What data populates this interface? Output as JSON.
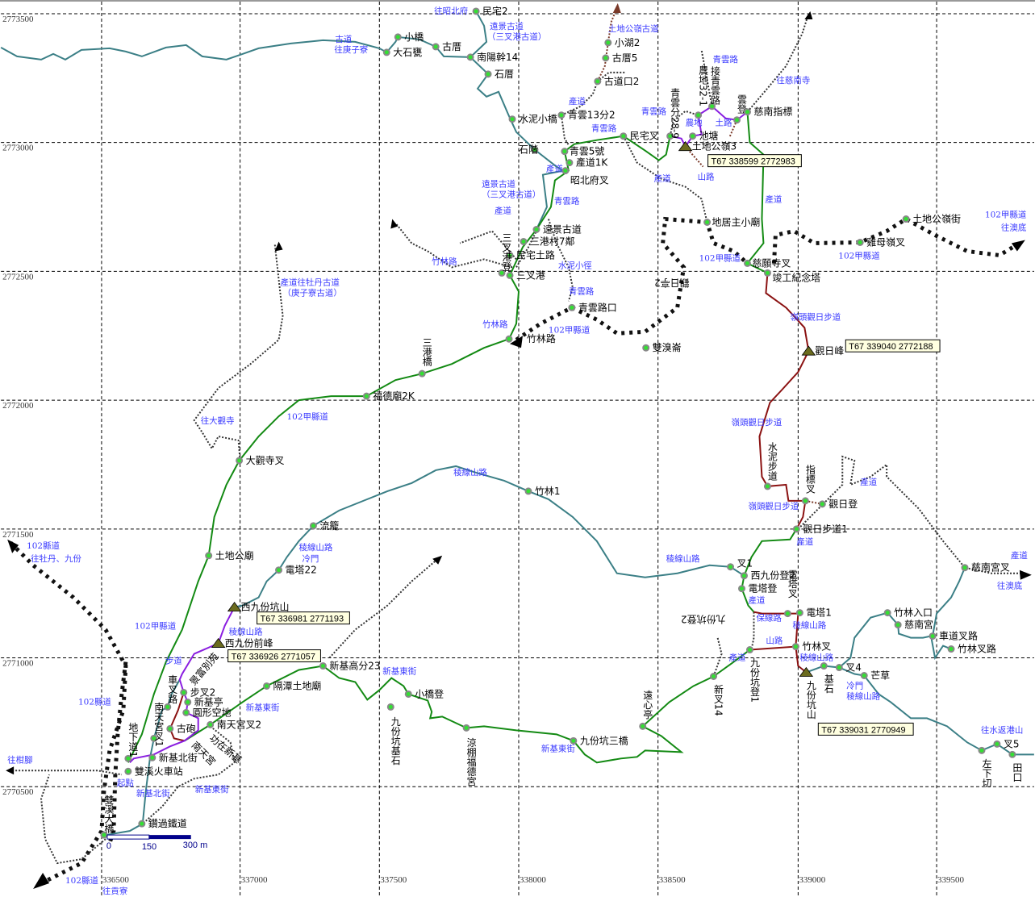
{
  "map": {
    "northing_labels": [
      "2773500",
      "2773000",
      "2772500",
      "2772000",
      "2771500",
      "2771000",
      "2770500"
    ],
    "easting_labels": [
      "336500",
      "337000",
      "337500",
      "338000",
      "338500",
      "339000",
      "339500"
    ],
    "scale_bar": {
      "ticks": [
        "0",
        "150",
        "300 m"
      ]
    },
    "colors": {
      "main_trail": "#138a13",
      "ridge_trail": "#3b7f86",
      "hike_trail": "#8b1212",
      "alt_trail": "#8a1ee0",
      "road_label": "#3a3aff",
      "waypoint": "#33e033"
    },
    "coord_boxes": [
      "T67  338599 2772983",
      "T67  339040  2772188",
      "T67  336981 2771193",
      "T67  336926  2771057",
      "T67  339031  2770949"
    ],
    "waypoints": [
      "民宅2",
      "小橋",
      "大石甕",
      "古厝",
      "南陽幹14",
      "石厝",
      "水泥小橋",
      "青雲13分2",
      "小湖2",
      "古厝5",
      "古道口2",
      "石階",
      "青雲5號",
      "產道1K",
      "昭北府叉",
      "民宅叉",
      "青雲分28-9",
      "農地32-1",
      "接青雲路",
      "池塘",
      "土地公嶺3",
      "雲登",
      "慈南指標",
      "遠景古道",
      "三港村7鄰",
      "民宅土路",
      "三叉港",
      "三叉港登",
      "青雲路口",
      "竹林路",
      "雙溴崙",
      "三港橋",
      "福德廟2K",
      "地居主小廟",
      "慈願寺叉",
      "竣工紀念塔",
      "觀日亭2",
      "雞母嶺叉",
      "土地公嶺街",
      "觀日峰",
      "大觀寺叉",
      "竹林1",
      "流籠",
      "土地公廟",
      "電塔22",
      "西九份坑山",
      "西九份前峰",
      "新基高分23",
      "隔潭土地廟",
      "小橋登",
      "九份坑基石",
      "涼棚福德宮",
      "九份坑三橋",
      "遠心亭",
      "水泥步道",
      "指標叉",
      "觀日登",
      "觀日步道1",
      "叉1",
      "西九份登2",
      "電塔登",
      "電塔叉",
      "電塔1",
      "九份坑登2",
      "竹林叉",
      "新叉14",
      "九份坑登1",
      "九份坑山",
      "基石",
      "叉4",
      "芒草",
      "竹林入口",
      "慈南宮",
      "車道叉路",
      "竹林叉路",
      "慈南宮叉",
      "左下切",
      "叉5",
      "田口",
      "鑽過鐵道",
      "雙溪大橋",
      "地下道1",
      "新基北街",
      "雙溪火車站",
      "南天宮叉1",
      "車叉路",
      "步叉2",
      "新基亭",
      "圓形空地",
      "古砲",
      "南天宮叉2",
      "南天宮",
      "景富別苑",
      "功在新基"
    ],
    "road_labels": [
      "往昭北府",
      "遠景古道",
      "（三叉港古道）",
      "古道",
      "往庚子寮",
      "土地公嶺古道",
      "產道",
      "青雲路",
      "青雲路",
      "往慈南寺",
      "青雲路",
      "農地",
      "土路",
      "山路",
      "產道",
      "產道",
      "遠景古道",
      "（三叉港古道）",
      "產道",
      "青雲路",
      "產道",
      "竹林路",
      "水泥小徑",
      "青雲路",
      "102甲縣道",
      "竹林路",
      "102甲縣道",
      "102甲縣道",
      "102甲縣道",
      "往澳底",
      "嶺頭觀日步道",
      "產道往牡丹古道",
      "（庚子寮古道）",
      "往大觀寺",
      "102甲縣道",
      "嶺頭觀日步道",
      "稜線山路",
      "產道",
      "嶺頭觀日步道",
      "產道",
      "102縣道",
      "往牡丹、九份",
      "稜線山路",
      "冷門",
      "稜線山路",
      "產道",
      "往澳底",
      "102甲縣道",
      "稜線山路",
      "產道",
      "保線路",
      "稜線山路",
      "山路",
      "步道",
      "產道",
      "稜線山路",
      "新基東街",
      "冷門",
      "稜線山路",
      "102縣道",
      "新基東街",
      "往水返港山",
      "新基東街",
      "往柑腳",
      "起點",
      "新基北街",
      "新基東街",
      "102縣道",
      "往貢寮"
    ]
  }
}
